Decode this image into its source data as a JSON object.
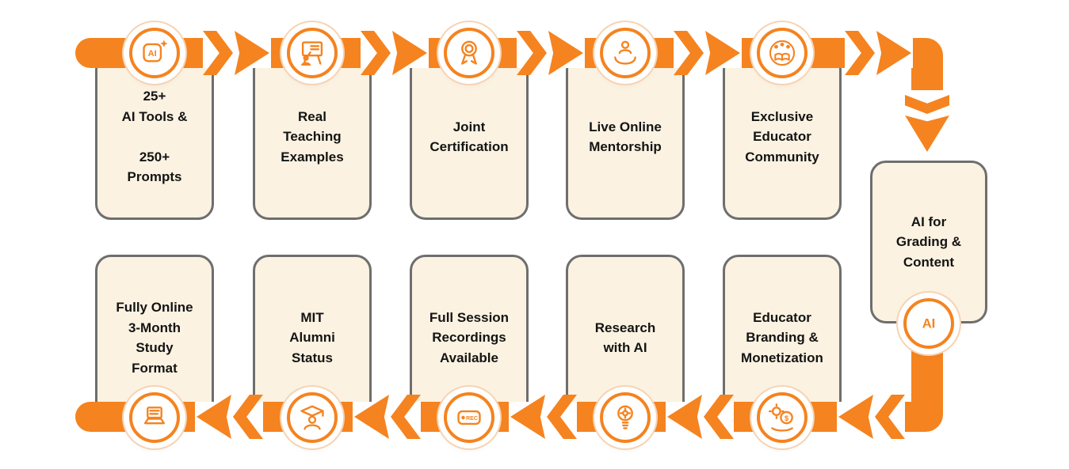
{
  "colors": {
    "orange": "#F5831F",
    "card_bg": "#FBF2E1",
    "card_border": "#6E6E6E",
    "text": "#141414"
  },
  "icon_texts": {
    "ai": "AI",
    "rec": "REC",
    "dollar": "$"
  },
  "top_row": [
    {
      "title": "25+\nAI Tools &\n\n250+\nPrompts",
      "icon": "ai-tools-icon"
    },
    {
      "title": "Real\nTeaching\nExamples",
      "icon": "teaching-presentation-icon"
    },
    {
      "title": "Joint\nCertification",
      "icon": "certification-medal-icon"
    },
    {
      "title": "Live Online\nMentorship",
      "icon": "mentorship-hand-icon"
    },
    {
      "title": "Exclusive\nEducator\nCommunity",
      "icon": "educator-community-icon"
    }
  ],
  "side_card": {
    "title": "AI for\nGrading &\nContent",
    "icon": "ai-logo-icon"
  },
  "bottom_row": [
    {
      "title": "Fully Online\n3-Month\nStudy\nFormat",
      "icon": "online-study-laptop-icon"
    },
    {
      "title": "MIT\nAlumni\nStatus",
      "icon": "alumni-graduation-icon"
    },
    {
      "title": "Full Session\nRecordings\nAvailable",
      "icon": "recording-rec-icon"
    },
    {
      "title": "Research\nwith AI",
      "icon": "research-lightbulb-icon"
    },
    {
      "title": "Educator\nBranding &\nMonetization",
      "icon": "branding-monetization-icon"
    }
  ]
}
